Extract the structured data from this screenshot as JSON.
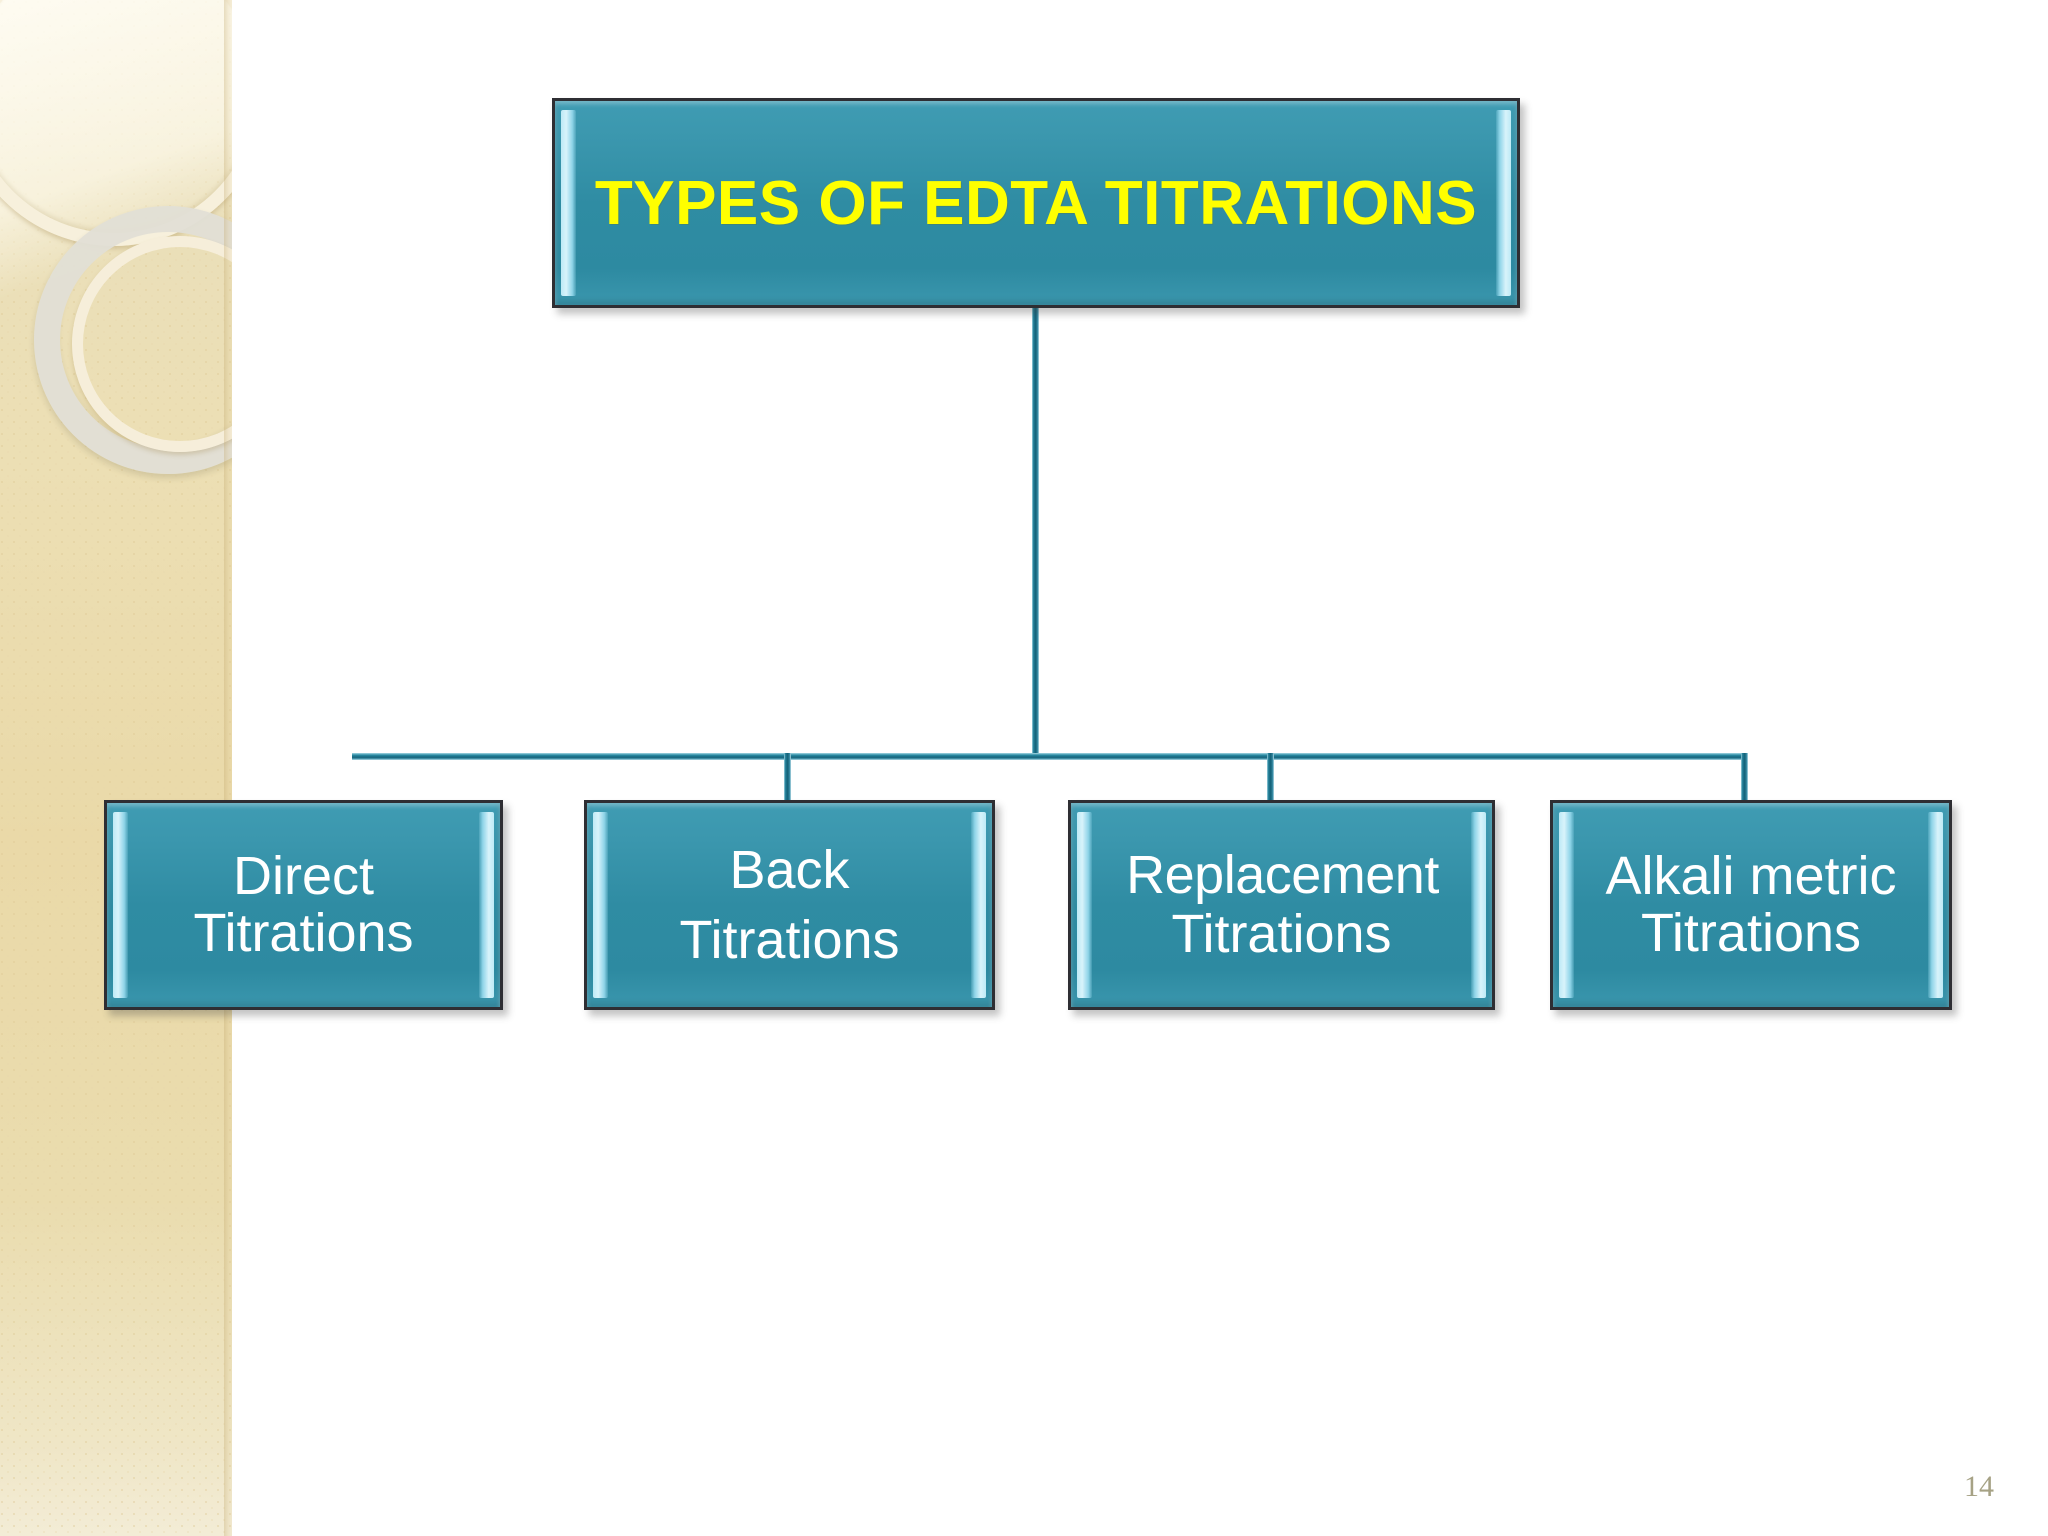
{
  "slide": {
    "page_number": "14",
    "background_color": "#ffffff",
    "sidebar": {
      "name": "decorative-sidebar",
      "base_color": "#ead9a8",
      "accent_ring_color": "#f7f0dc",
      "grey_ring_color": "#e2e0d6"
    }
  },
  "diagram": {
    "type": "org-chart",
    "accent_color": "#2f8ca3",
    "border_color": "#2e2e33",
    "bevel_color": "#bdeaf6",
    "connector_color": "#14627a",
    "root": {
      "id": "types-of-edta-titrations",
      "label": "TYPES OF EDTA TITRATIONS",
      "text_color": "#ffff00",
      "bold": true
    },
    "children": [
      {
        "id": "direct-titrations",
        "line_1": "Direct",
        "line_2": "Titrations",
        "text_color": "#ffffff"
      },
      {
        "id": "back-titrations",
        "line_1": "Back",
        "line_2": "Titrations",
        "text_color": "#ffffff"
      },
      {
        "id": "replacement-titrations",
        "line_1": "Replacement",
        "line_2": "Titrations",
        "text_color": "#ffffff"
      },
      {
        "id": "alkali-metric-titrations",
        "line_1": "Alkali metric",
        "line_2": "Titrations",
        "text_color": "#ffffff"
      }
    ]
  }
}
